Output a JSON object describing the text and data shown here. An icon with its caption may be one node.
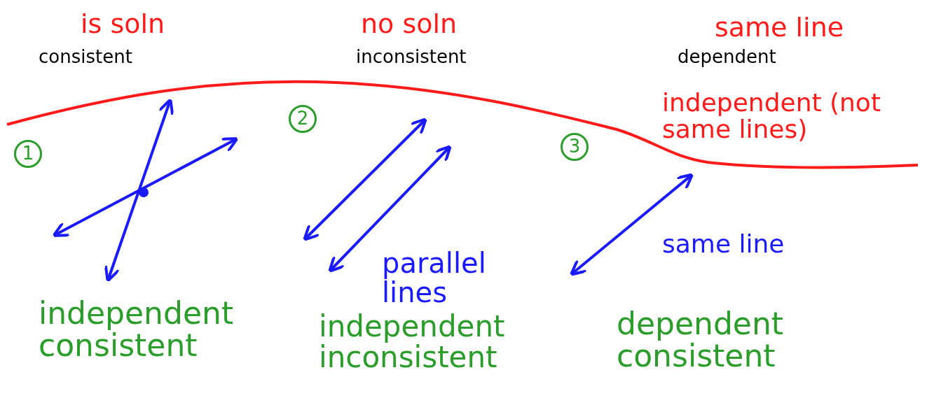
{
  "diagram": {
    "labels": [
      "is soln",
      "no soln",
      "same line",
      "consistent",
      "inconsistent",
      "dependent",
      "independent (not same lines)",
      "1",
      "2",
      "3",
      "parallel lines",
      "same line",
      "independent consistent",
      "independent inconsistent",
      "dependent consistent"
    ]
  }
}
